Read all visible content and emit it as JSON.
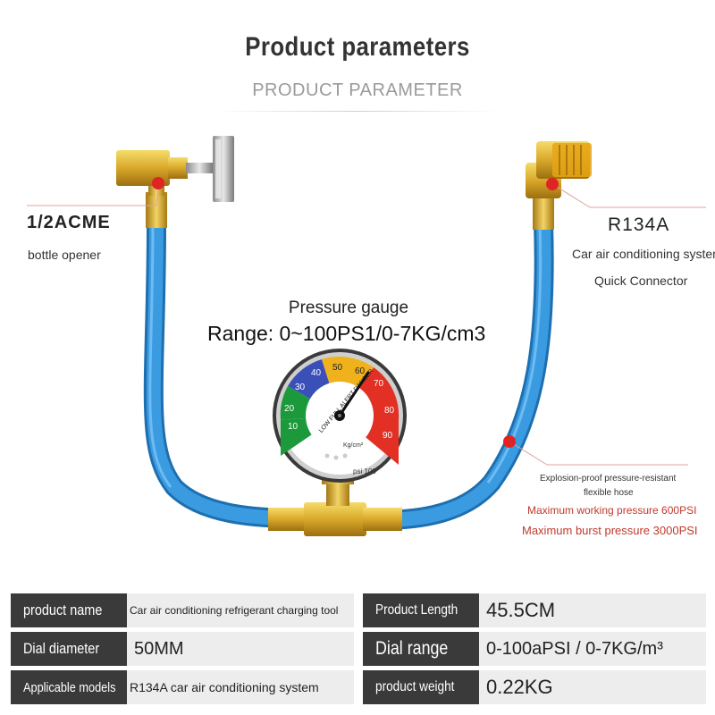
{
  "header": {
    "title": "Product parameters",
    "subtitle": "PRODUCT PARAMETER"
  },
  "callouts": {
    "acme_title": "1/2ACME",
    "acme_desc": "bottle opener",
    "r134a_title": "R134A",
    "r134a_desc_1": "Car air conditioning system",
    "r134a_desc_2": "Quick Connector",
    "gauge_title": "Pressure gauge",
    "gauge_range": "Range: 0~100PS1/0-7KG/cm3",
    "hose_desc_1": "Explosion-proof pressure-resistant",
    "hose_desc_2": "flexible hose",
    "hose_working": "Maximum working pressure 600PSI",
    "hose_burst": "Maximum burst pressure 3000PSI"
  },
  "gauge_face": {
    "ticks": [
      "10",
      "20",
      "30",
      "40",
      "50",
      "60",
      "70",
      "80",
      "90"
    ],
    "arc_text": "LOW  FULL  ALERT  DANGER",
    "unit_kg": "Kg/cm²",
    "unit_psi": "psi 100"
  },
  "colors": {
    "hose": "#2f8fd6",
    "brass": "#d9a82a",
    "marker": "#e02424",
    "gauge_green": "#1c9a3b",
    "gauge_blue": "#3b4fb8",
    "gauge_yellow": "#f0b21c",
    "gauge_red": "#e23024"
  },
  "specs": {
    "left": [
      {
        "key": "product name",
        "value": "Car air conditioning refrigerant charging tool"
      },
      {
        "key": "Dial diameter",
        "value": "50MM"
      },
      {
        "key": "Applicable models",
        "value": "R134A car air conditioning system"
      }
    ],
    "right": [
      {
        "key": "Product Length",
        "value": "45.5CM"
      },
      {
        "key": "Dial range",
        "value": "0-100aPSI / 0-7KG/m³"
      },
      {
        "key": "product weight",
        "value": "0.22KG"
      }
    ]
  }
}
